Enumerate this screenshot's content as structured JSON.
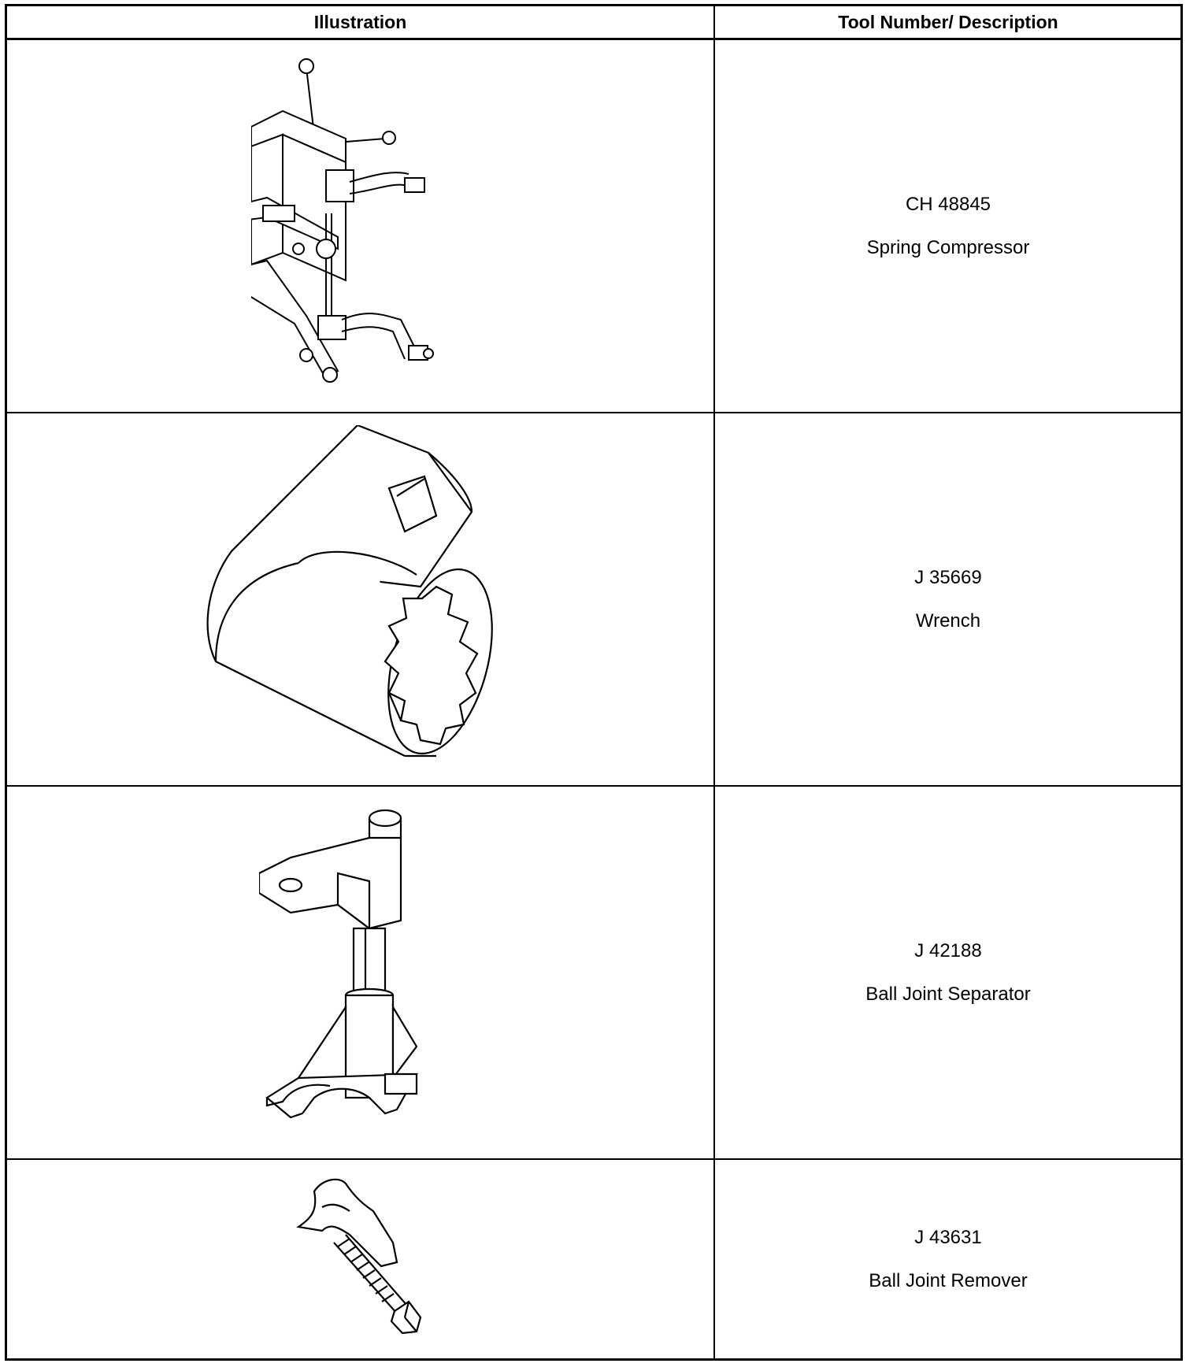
{
  "table": {
    "headers": {
      "illustration": "Illustration",
      "tool": "Tool Number/ Description"
    },
    "rows": [
      {
        "tool_number": "CH 48845",
        "description": "Spring Compressor",
        "illustration_icon": "spring-compressor-icon"
      },
      {
        "tool_number": "J 35669",
        "description": "Wrench",
        "illustration_icon": "wrench-icon"
      },
      {
        "tool_number": "J 42188",
        "description": "Ball Joint Separator",
        "illustration_icon": "ball-joint-separator-icon"
      },
      {
        "tool_number": "J 43631",
        "description": "Ball Joint Remover",
        "illustration_icon": "ball-joint-remover-icon"
      }
    ]
  }
}
